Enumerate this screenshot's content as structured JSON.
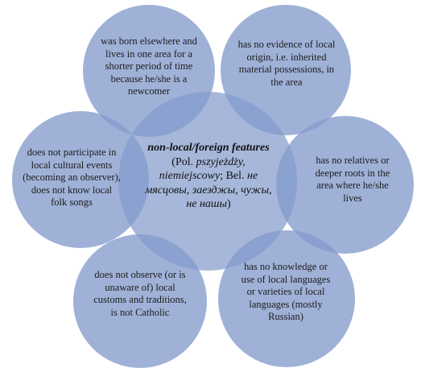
{
  "diagram": {
    "center": {
      "title_bold_italic": "non-local/foreign features",
      "title_after": " (Pol. ",
      "pol_terms": "pszyjeżdży, niemiejscowy",
      "bel_intro": "; Bel. ",
      "bel_terms": "не мясцовы, заезджы, чужы, не нашы",
      "close": ")"
    },
    "nodes": [
      {
        "id": "top-left",
        "text": "was born elsewhere and lives in one area for a shorter period of time because he/she is a newcomer"
      },
      {
        "id": "top-right",
        "text": "has no evidence of local origin, i.e. inherited material possessions, in the area"
      },
      {
        "id": "right",
        "text": "has no relatives or deeper roots in the area where he/she lives"
      },
      {
        "id": "bottom-right",
        "text": "has no knowledge or use of local languages or varieties of local languages (mostly Russian)"
      },
      {
        "id": "bottom-left",
        "text": "does not observe (or is unaware of) local customs and traditions, is not Catholic"
      },
      {
        "id": "left",
        "text": "does not participate in local cultural events (becoming an observer), does not know local folk songs"
      }
    ],
    "colors": {
      "circle_fill": "#849bcc",
      "overlap_tint": "#6f88c2",
      "background": "#ffffff"
    }
  }
}
